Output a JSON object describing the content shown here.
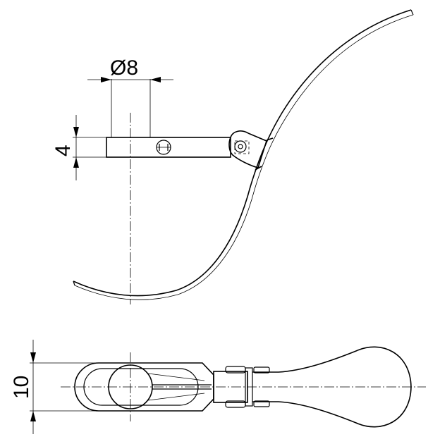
{
  "dimensions": {
    "diameter_label": "Ø8",
    "thickness_label": "4",
    "width_label": "10"
  }
}
